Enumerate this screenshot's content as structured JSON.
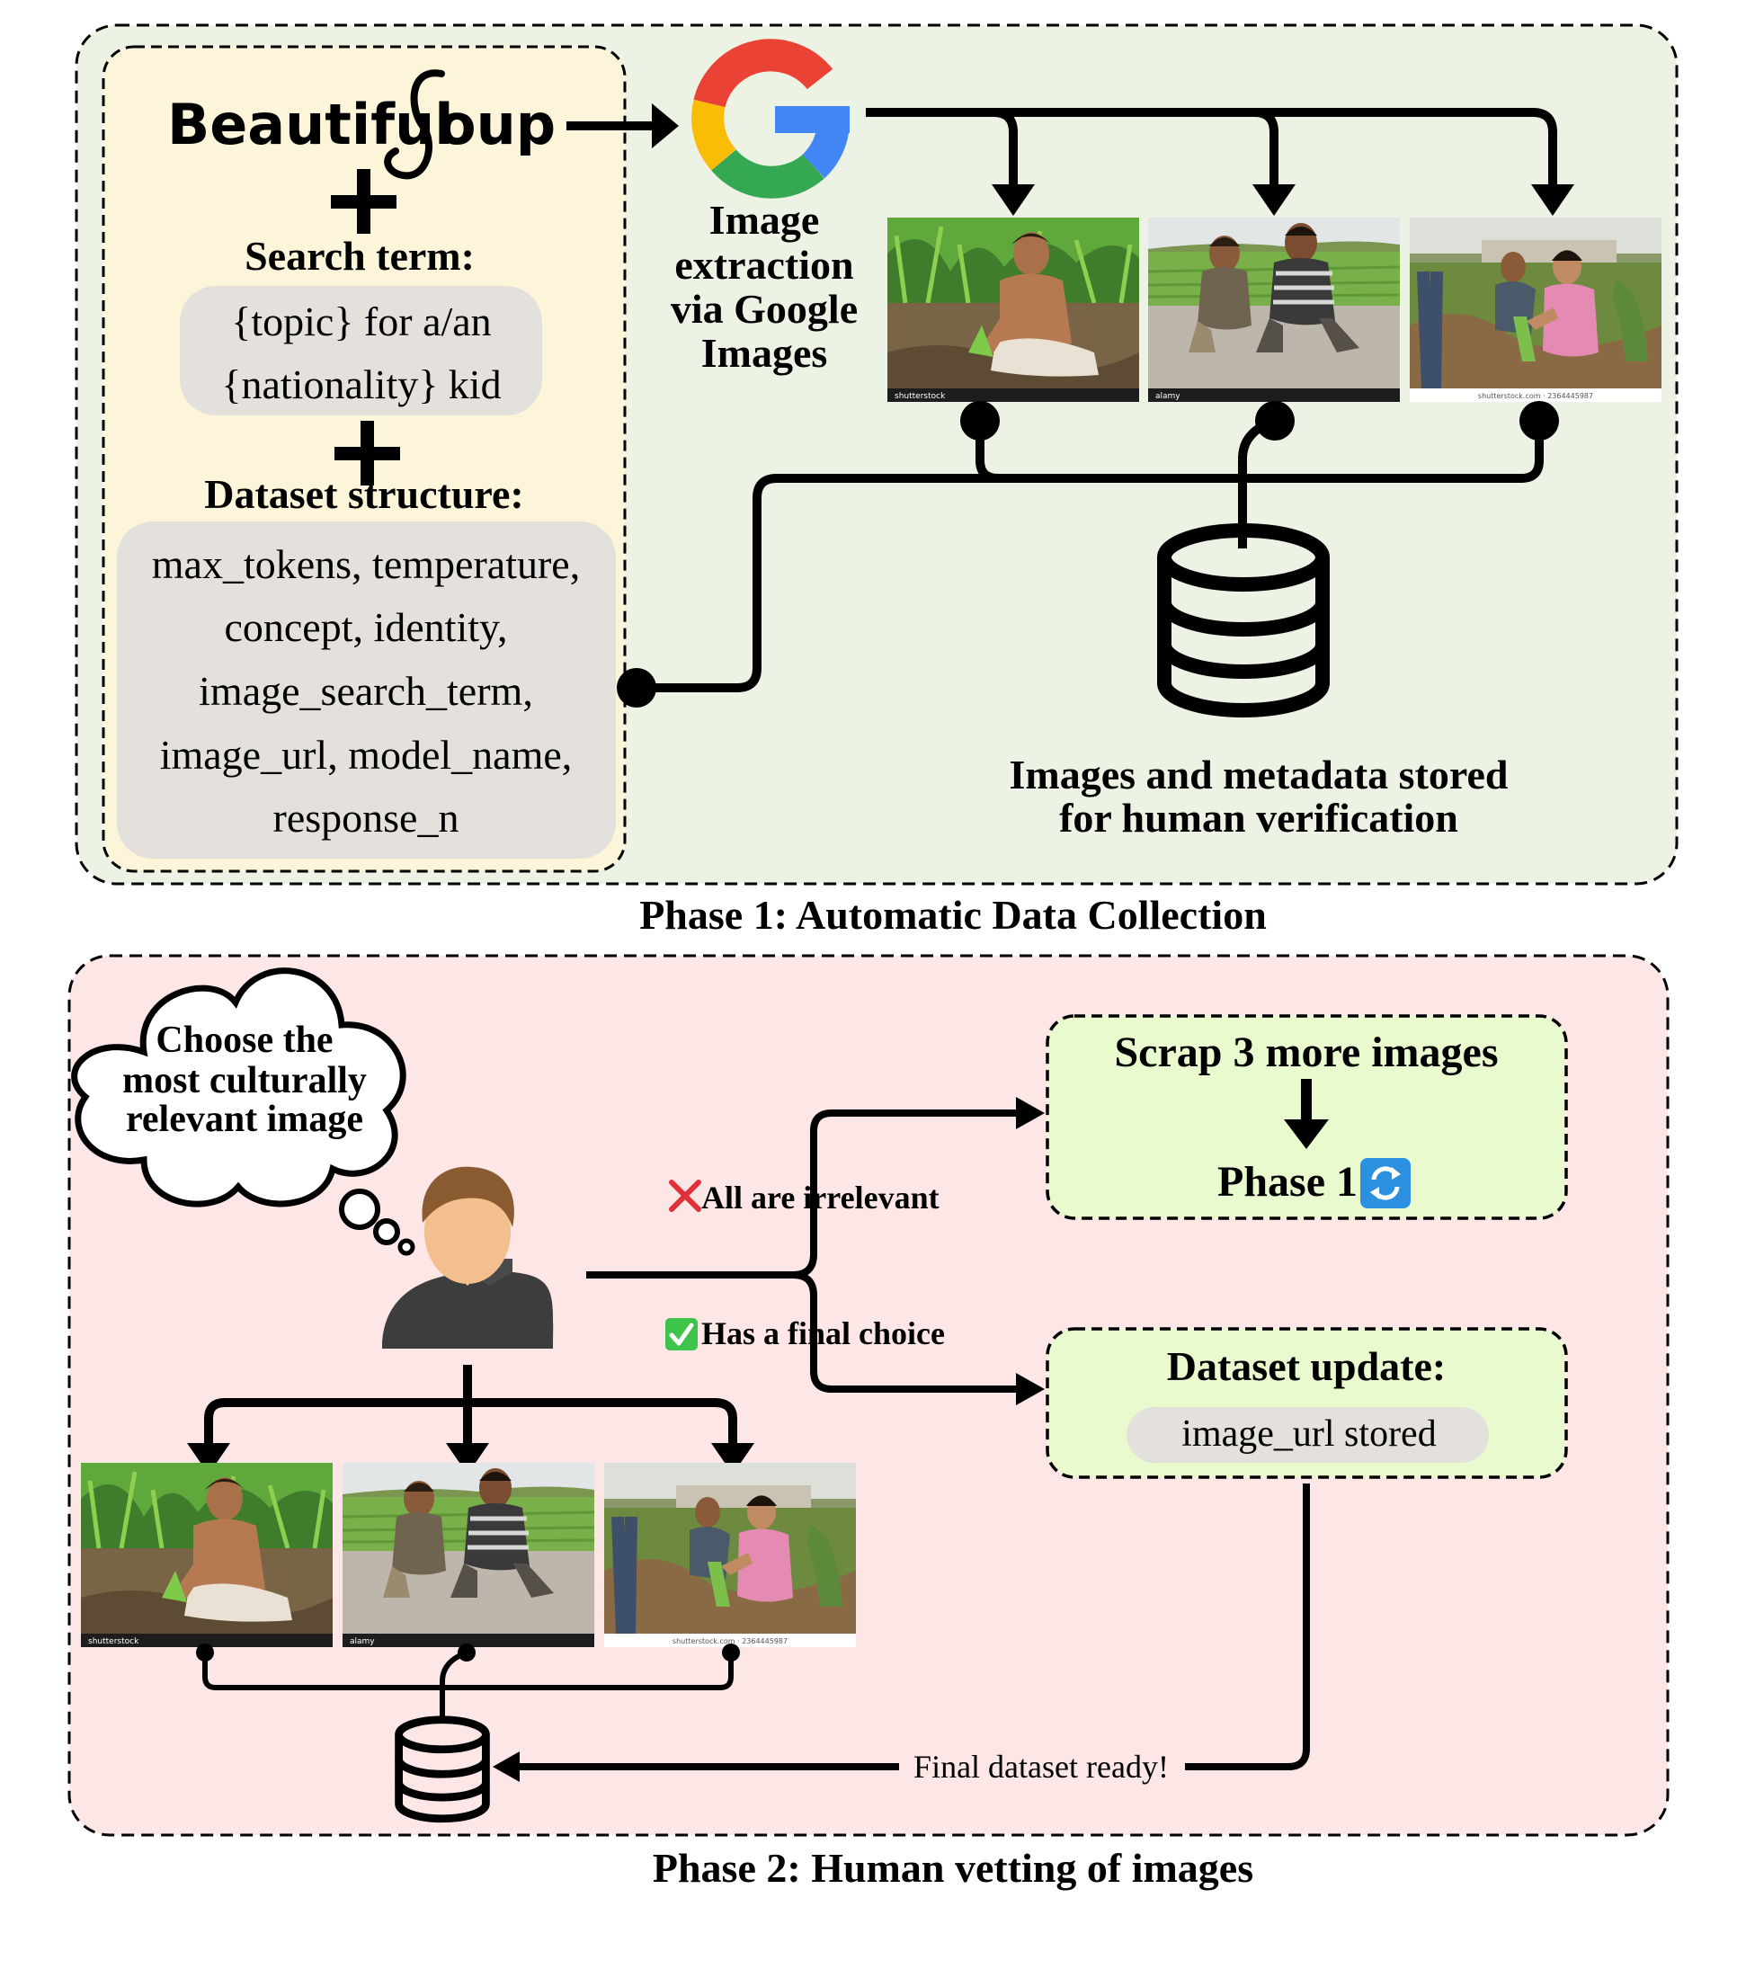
{
  "colors": {
    "phase1_bg": "#edf3e4",
    "source_bg": "#fdf5d9",
    "pill_bg": "#e4e0dc",
    "phase2_bg": "#fde6e6",
    "action_bg": "#eafacf",
    "google_blue": "#4285F4",
    "google_red": "#EA4335",
    "google_yellow": "#FBBC05",
    "google_green": "#34A853",
    "cross_red": "#e0303a",
    "check_green": "#3ec44a",
    "repeat_blue": "#2d8fe0"
  },
  "phase1": {
    "caption": "Phase 1: Automatic Data Collection",
    "logo_text": "Beautiful",
    "logo_text_2": "oup",
    "search_term": {
      "title": "Search term:",
      "line1": "{topic} for a/an",
      "line2": "{nationality} kid"
    },
    "dataset_structure": {
      "title": "Dataset structure:",
      "lines": [
        "max_tokens, temperature,",
        "concept, identity,",
        "image_search_term,",
        "image_url, model_name,",
        "response_n"
      ]
    },
    "google": {
      "lines": [
        "Image",
        "extraction",
        "via Google",
        "Images"
      ]
    },
    "storage_caption": {
      "line1": "Images and metadata stored",
      "line2": "for human verification"
    },
    "photo_watermarks": [
      "shutterstock",
      "alamy",
      "shutterstock.com · 2364445987"
    ]
  },
  "phase2": {
    "caption": "Phase 2: Human vetting of images",
    "thought": {
      "line1": "Choose the",
      "line2": "most culturally",
      "line3": "relevant image"
    },
    "branch_irrelevant": "All are irrelevant",
    "branch_choice": "Has a final choice",
    "scrap_box": {
      "title": "Scrap 3 more images",
      "phase": "Phase 1"
    },
    "update_box": {
      "title": "Dataset update:",
      "pill": "image_url stored"
    },
    "final_label": "Final dataset ready!"
  },
  "icons": {
    "logo": "beautifulsoup-logo",
    "google": "google-g-icon",
    "database": "database-icon",
    "person": "person-avatar-icon",
    "thought": "thought-bubble-icon",
    "cross": "cross-mark-icon",
    "check": "check-mark-icon",
    "repeat": "repeat-icon"
  }
}
